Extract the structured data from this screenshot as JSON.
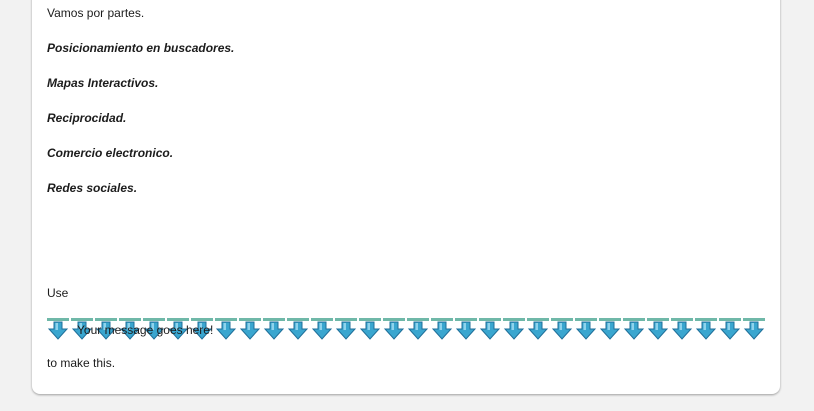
{
  "intro": "Vamos por partes.",
  "items": [
    "Posicionamiento en buscadores.",
    "Mapas Interactivos.",
    "Reciprocidad.",
    "Comercio electronico.",
    "Redes sociales."
  ],
  "use_label": "Use",
  "marquee_message": "Your message goes here!",
  "outro": "to make this.",
  "colors": {
    "arrow_light": "#8fd3ec",
    "arrow_mid": "#3aa6cf",
    "arrow_dark": "#1f6f99",
    "arrow_bar": "#6fb8a8"
  },
  "arrow_count": 30,
  "arrow_icon": "down-arrow-icon"
}
